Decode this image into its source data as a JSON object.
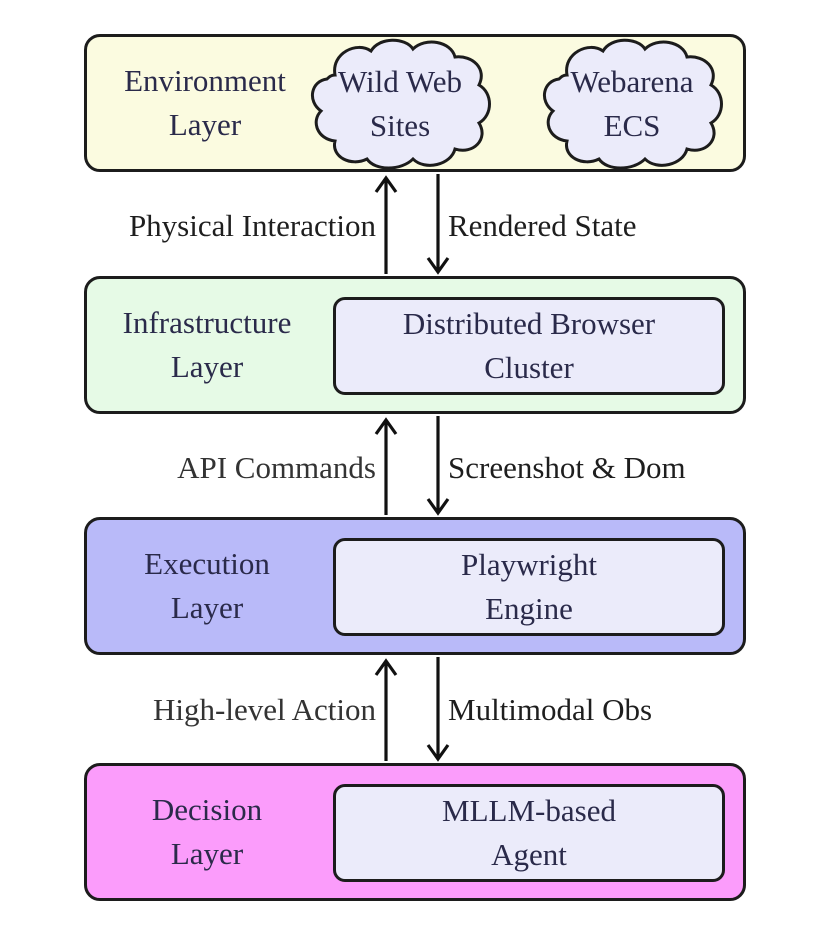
{
  "colors": {
    "environment": "#fbfbe0",
    "infrastructure": "#e6fae6",
    "execution": "#b9baf9",
    "decision": "#fb9cfb",
    "inner_box": "#ebebfa"
  },
  "layers": {
    "environment": {
      "title_line1": "Environment",
      "title_line2": "Layer",
      "clouds": [
        {
          "line1": "Wild Web",
          "line2": "Sites"
        },
        {
          "line1": "Webarena",
          "line2": "ECS"
        }
      ]
    },
    "infrastructure": {
      "title_line1": "Infrastructure",
      "title_line2": "Layer",
      "component_line1": "Distributed Browser",
      "component_line2": "Cluster"
    },
    "execution": {
      "title_line1": "Execution",
      "title_line2": "Layer",
      "component_line1": "Playwright",
      "component_line2": "Engine"
    },
    "decision": {
      "title_line1": "Decision",
      "title_line2": "Layer",
      "component_line1": "MLLM-based",
      "component_line2": "Agent"
    }
  },
  "edges": [
    {
      "up_label": "Physical Interaction",
      "down_label": "Rendered State"
    },
    {
      "up_label": "API Commands",
      "down_label": "Screenshot & Dom"
    },
    {
      "up_label": "High-level Action",
      "down_label": "Multimodal Obs"
    }
  ]
}
